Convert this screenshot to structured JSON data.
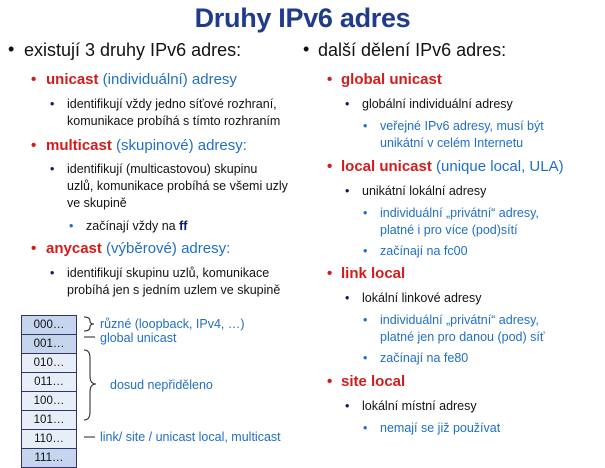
{
  "title": "Druhy IPv6 adres",
  "left": {
    "heading": "existují 3 druhy IPv6 adres:",
    "unicast": {
      "term": "unicast",
      "rest": " (individuální) adresy",
      "desc1": "identifikují vždy jedno síťové rozhraní,",
      "desc2": "komunikace probíhá s tímto rozhraním"
    },
    "multicast": {
      "term": "multicast",
      "rest": " (skupinové) adresy:",
      "desc1": "identifikují (multicastovou) skupinu",
      "desc2": "uzlů, komunikace probíhá se všemi uzly",
      "desc3": "ve skupině",
      "sub_prefix": "začínají vždy na ",
      "sub_value": "ff"
    },
    "anycast": {
      "term": "anycast",
      "rest": " (výběrové) adresy:",
      "desc1": "identifikují skupinu uzlů, komunikace",
      "desc2": "probíhá jen s jedním uzlem ve skupině"
    }
  },
  "right": {
    "heading": "další dělení IPv6 adres:",
    "global_unicast": {
      "term": "global unicast",
      "desc": "globální individuální adresy",
      "sub1": "veřejné IPv6 adresy, musí být",
      "sub2": "unikátní v celém Internetu"
    },
    "local_unicast": {
      "term": "local unicast",
      "rest": " (unique local, ULA)",
      "desc": "unikátní lokální adresy",
      "sub1": "individuální „privátní“ adresy,",
      "sub2": "platné i pro více (pod)sítí",
      "sub3": "začínají na fc00"
    },
    "link_local": {
      "term": "link local",
      "desc": "lokální linkové adresy",
      "sub1": "individuální „privátní“ adresy,",
      "sub2": "platné jen pro danou (pod) síť",
      "sub3": "začínají na fe80"
    },
    "site_local": {
      "term": "site local",
      "desc": "lokální místní adresy",
      "sub1": "nemají se již používat"
    }
  },
  "prefix_table": {
    "rows": [
      "000…",
      "001…",
      "010…",
      "011…",
      "100…",
      "101…",
      "110…",
      "111…"
    ],
    "highlight_color": "#c5d5ee",
    "plain_color": "#e8eef8",
    "annotations": {
      "various": "různé (loopback, IPv4, …)",
      "global": "global unicast",
      "unassigned": "dosud nepřiděleno",
      "last": "link/ site / unicast local, multicast"
    }
  },
  "colors": {
    "title": "#1f3b8a",
    "term_red": "#d21c1c",
    "note_blue": "#1f6fc5",
    "bullet_red": "#d21c1c",
    "bullet_dark": "#0b1a66",
    "bullet_blue": "#1f6fc5"
  }
}
